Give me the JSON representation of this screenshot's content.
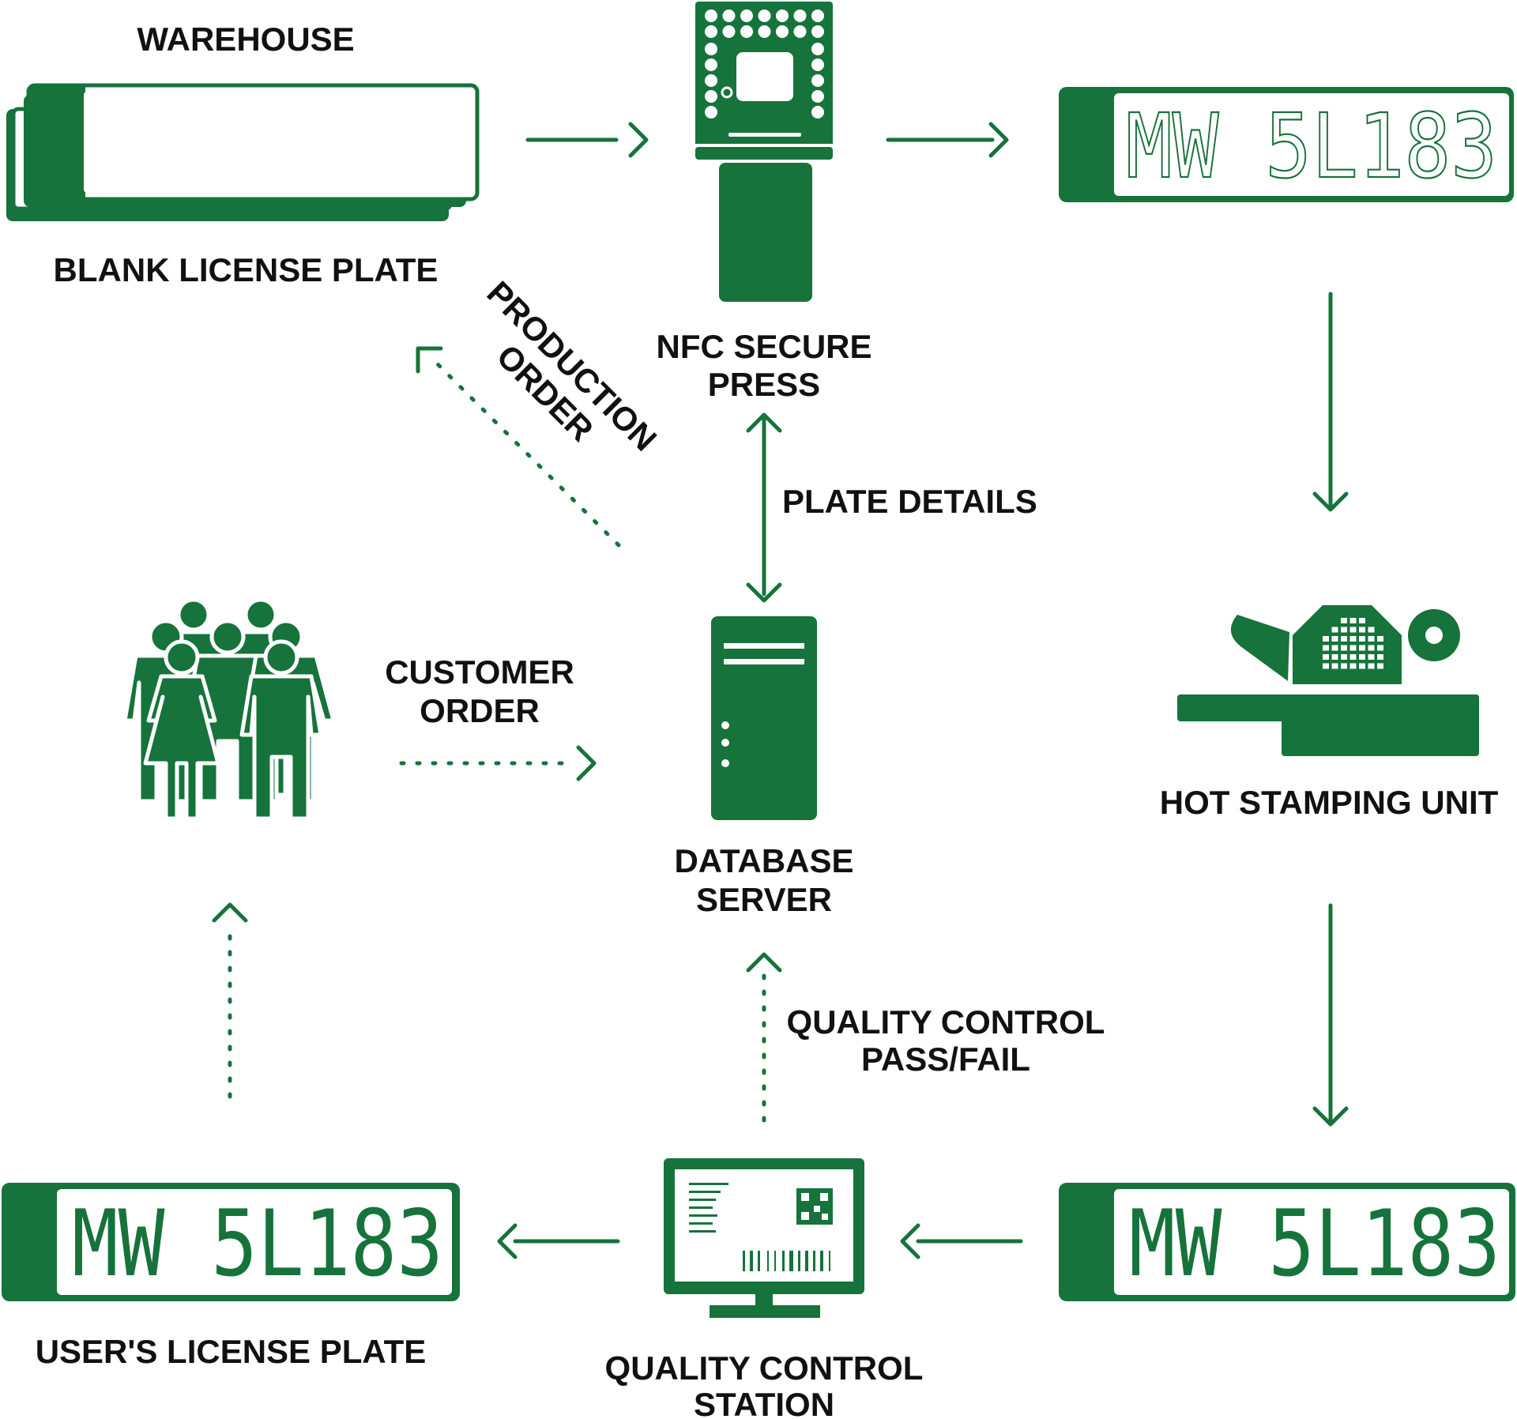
{
  "colors": {
    "green": "#16733b",
    "text": "#111111",
    "background": "#ffffff"
  },
  "nodes": {
    "warehouse": {
      "title": "WAREHOUSE",
      "label": "BLANK LICENSE PLATE",
      "icon": "blank-plate-stack-icon"
    },
    "nfc_press": {
      "label_line1": "NFC SECURE",
      "label_line2": "PRESS",
      "icon": "nfc-press-icon"
    },
    "stamped_plate": {
      "plate_text": "MW 5L183",
      "icon": "outlined-plate-icon"
    },
    "hot_stamping": {
      "label": "HOT STAMPING UNIT",
      "icon": "hot-stamping-machine-icon"
    },
    "finished_plate": {
      "plate_text": "MW 5L183",
      "icon": "finished-plate-icon"
    },
    "qc_station": {
      "label_line1": "QUALITY CONTROL",
      "label_line2": "STATION",
      "icon": "monitor-barcode-icon"
    },
    "user_plate": {
      "plate_text": "MW 5L183",
      "label": "USER'S LICENSE PLATE",
      "icon": "user-plate-icon"
    },
    "customers": {
      "icon": "people-group-icon"
    },
    "database": {
      "label_line1": "DATABASE",
      "label_line2": "SERVER",
      "icon": "server-tower-icon"
    }
  },
  "edges": {
    "production_order": {
      "label_line1": "PRODUCTION",
      "label_line2": "ORDER"
    },
    "plate_details": {
      "label": "PLATE DETAILS"
    },
    "customer_order": {
      "label_line1": "CUSTOMER",
      "label_line2": "ORDER"
    },
    "quality_control": {
      "label_line1": "QUALITY CONTROL",
      "label_line2": "PASS/FAIL"
    }
  }
}
